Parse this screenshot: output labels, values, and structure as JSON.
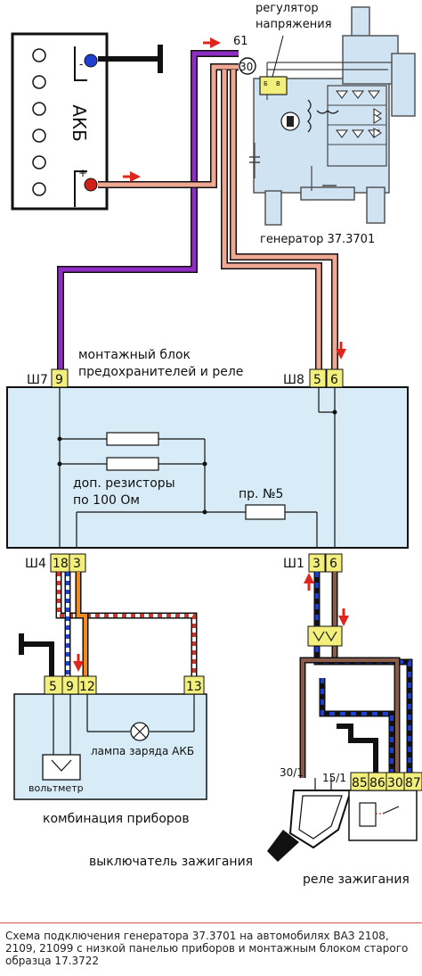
{
  "labels": {
    "battery": "АКБ",
    "regulator_line1": "регулятор",
    "regulator_line2": "напряжения",
    "generator": "генератор 37.3701",
    "terminal_61": "61",
    "terminal_30": "30",
    "reg_b": "Б",
    "reg_v": "В",
    "mount_block_line1": "монтажный блок",
    "mount_block_line2": "предохранителей и реле",
    "ш7": "Ш7",
    "ш8": "Ш8",
    "ш4": "Ш4",
    "ш1": "Ш1",
    "resistors_line1": "доп. резисторы",
    "resistors_line2": "по 100 Ом",
    "fuse5": "пр. №5",
    "lamp": "лампа заряда АКБ",
    "voltmeter": "вольтметр",
    "instrument_cluster": "комбинация приборов",
    "ignition_switch": "выключатель зажигания",
    "ignition_relay": "реле зажигания",
    "ign_301": "30/1",
    "ign_151": "15/1"
  },
  "pins": {
    "ш7_9": "9",
    "ш8_5": "5",
    "ш8_6": "6",
    "ш4_18": "18",
    "ш4_3": "3",
    "ш1_3": "3",
    "ш1_6": "6",
    "k_5": "5",
    "k_9": "9",
    "k_12": "12",
    "k_13": "13",
    "r_85": "85",
    "r_86": "86",
    "r_30": "30",
    "r_87": "87"
  },
  "caption": "Схема подключения генератора 37.3701 на автомобилях ВАЗ 2108, 2109, 21099 с низкой панелью приборов и монтажным блоком старого образца 17.3722",
  "colors": {
    "purple_wire": "#8e2cc4",
    "pink_wire": "#f0a893",
    "brown_wire": "#8a5a4a",
    "orange_wire": "#f08a1e",
    "blue_dash": "#1f3fd0",
    "red_dash": "#d0372a",
    "block_fill": "#d7ecf7",
    "pin_fill": "#f2ef7c",
    "arrow_red": "#e0261c"
  }
}
